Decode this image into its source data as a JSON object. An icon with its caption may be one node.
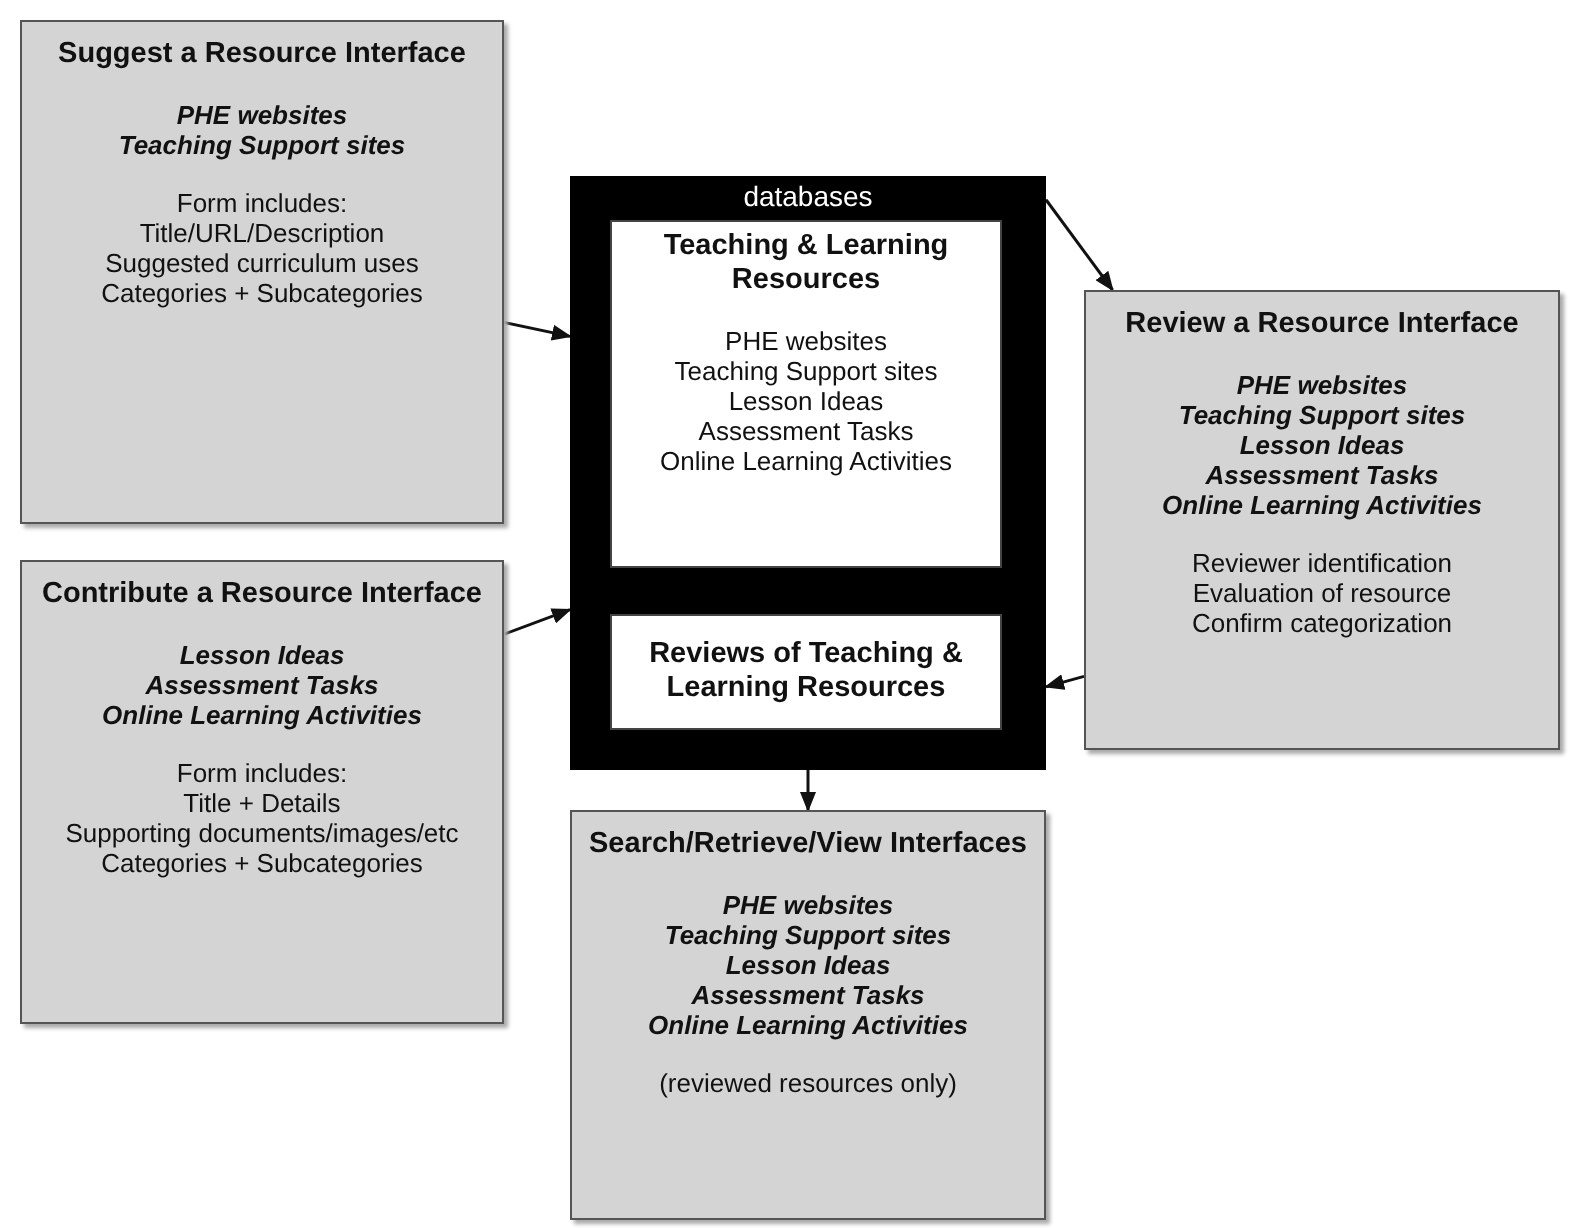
{
  "diagram": {
    "nodes": [
      {
        "text": [
          "Suggest a Resource Interface",
          "PHE websites",
          "Teaching Support sites",
          "Form includes:",
          "Title/URL/Description",
          "Suggested curriculum uses",
          "Categories + Subcategories"
        ]
      },
      {
        "text": [
          "databases"
        ]
      },
      {
        "text": [
          "Teaching & Learning Resources",
          "PHE websites",
          "Teaching Support sites",
          "Lesson Ideas",
          "Assessment Tasks",
          "Online Learning Activities"
        ],
        "in": 1
      },
      {
        "text": [
          "Reviews of Teaching & Learning Resources"
        ],
        "in": 1
      },
      {
        "text": [
          "Review a Resource Interface",
          "PHE websites",
          "Teaching Support sites",
          "Lesson Ideas",
          "Assessment Tasks",
          "Online Learning Activities",
          "Reviewer identification",
          "Evaluation of resource",
          "Confirm categorization"
        ]
      },
      {
        "text": [
          "Contribute a Resource Interface",
          "Lesson Ideas",
          "Assessment Tasks",
          "Online Learning Activities",
          "Form includes:",
          "Title + Details",
          "Supporting documents/images/etc",
          "Categories + Subcategories"
        ]
      },
      {
        "text": [
          "Search/Retrieve/View Interfaces",
          "PHE websites",
          "Teaching Support sites",
          "Lesson Ideas",
          "Assessment Tasks",
          "Online Learning Activities",
          "(reviewed resources only)"
        ]
      }
    ],
    "edges": [
      {
        "from": 0,
        "to": 1,
        "arrow": "to"
      },
      {
        "from": 5,
        "to": 1,
        "arrow": "to"
      },
      {
        "from": 1,
        "to": 4,
        "arrow": "to"
      },
      {
        "from": 4,
        "to": 1,
        "arrow": "to"
      },
      {
        "from": 1,
        "to": 6,
        "arrow": "to"
      }
    ]
  }
}
